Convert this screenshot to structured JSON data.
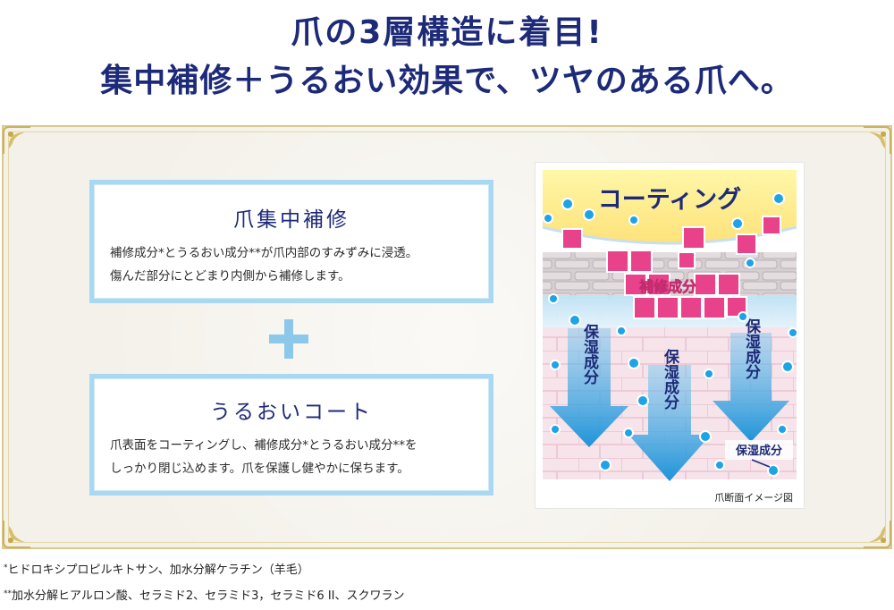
{
  "headline": {
    "line1": "爪の3層構造に着目!",
    "line2": "集中補修＋うるおい効果で、ツヤのある爪へ。"
  },
  "card_repair": {
    "title": "爪集中補修",
    "body_line1": "補修成分*とうるおい成分**が爪内部のすみずみに浸透。",
    "body_line2": "傷んだ部分にとどまり内側から補修します。"
  },
  "card_coat": {
    "title": "うるおいコート",
    "body_line1": "爪表面をコーティングし、補修成分*とうるおい成分**を",
    "body_line2": "しっかり閉じ込めます。爪を保護し健やかに保ちます。"
  },
  "diagram": {
    "coating_label": "コーティング",
    "repair_label": "補修成分",
    "arrow_left_label": "保湿成分",
    "arrow_center_label": "保湿成分",
    "arrow_right_label": "保湿成分",
    "callout_label": "保湿成分",
    "caption": "爪断面イメージ図"
  },
  "colors": {
    "navy": "#1d2a78",
    "light_blue": "#a9d8f2",
    "pink": "#e8438a",
    "arrow_blue": "#2aa0e0",
    "gold": "#d9c98a"
  },
  "footnotes": {
    "note1_mark": "*",
    "note1_text": "ヒドロキシプロピルキトサン、加水分解ケラチン（羊毛）",
    "note2_mark": "**",
    "note2_text": "加水分解ヒアルロン酸、セラミド2、セラミド3，セラミド6 II、スクワラン"
  }
}
